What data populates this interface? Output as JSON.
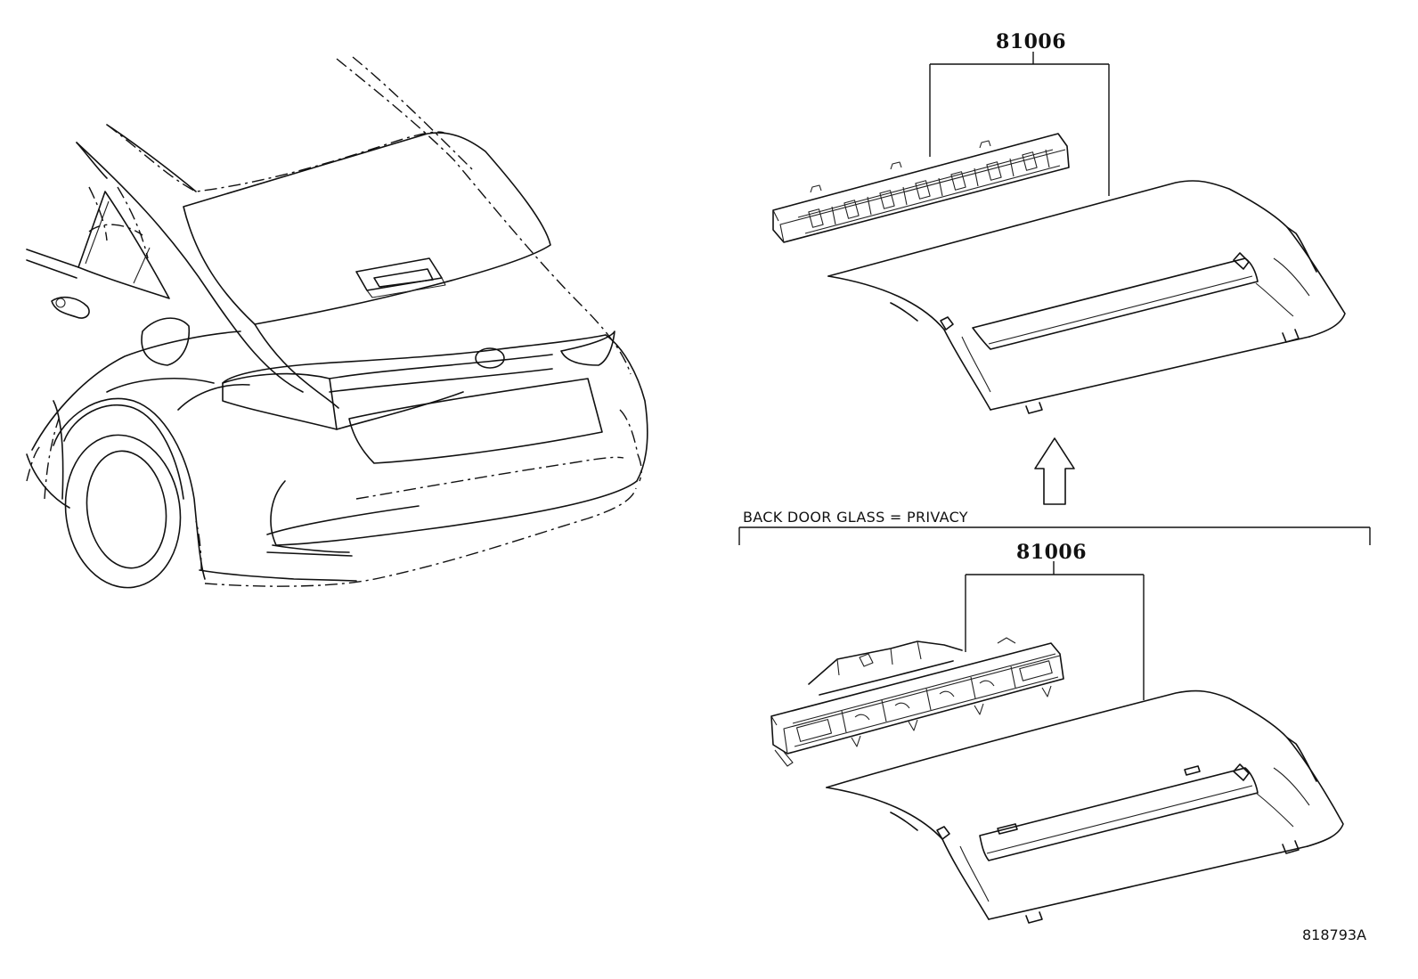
{
  "diagram": {
    "upper_callout": {
      "part_number": "81006"
    },
    "lower_callout": {
      "part_number": "81006"
    },
    "condition_label": "BACK DOOR GLASS = PRIVACY",
    "illustration_ref": "818793A",
    "icons": {
      "vehicle": "vehicle-rear-view-icon",
      "upper_lamp": "high-mount-stop-lamp-icon",
      "lower_lamp": "high-mount-stop-lamp-privacy-icon",
      "arrow": "up-arrow-icon"
    }
  }
}
